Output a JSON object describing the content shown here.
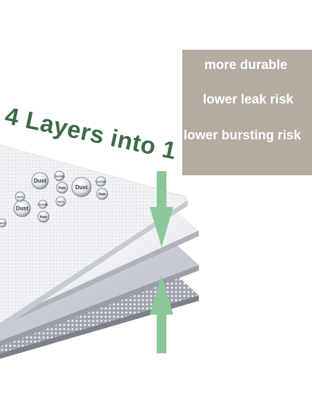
{
  "headline": "4 Layers into 1",
  "features": [
    "more durable",
    "lower leak risk",
    "lower bursting risk"
  ],
  "particles": [
    "Dust",
    "Hair",
    "Germ",
    "Coccidia"
  ],
  "colors": {
    "headline": "#3d6b47",
    "box_background": "#b5aca1",
    "box_text": "#ffffff",
    "arrow": "#8cc79a"
  },
  "icons": {
    "arrow_down": "down-arrow-icon",
    "arrow_up": "up-arrow-icon"
  }
}
